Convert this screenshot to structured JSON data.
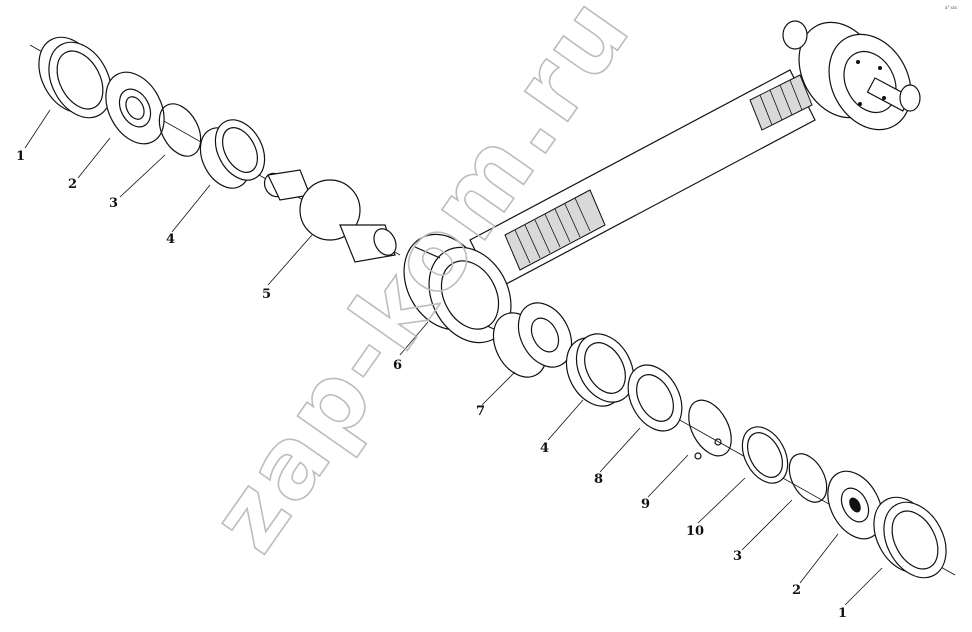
{
  "corner_mark": "a° sss",
  "watermark": "zap-kom.ru",
  "callouts": [
    "1",
    "2",
    "3",
    "4",
    "5",
    "6",
    "7",
    "4",
    "8",
    "9",
    "10",
    "3",
    "2",
    "1"
  ]
}
